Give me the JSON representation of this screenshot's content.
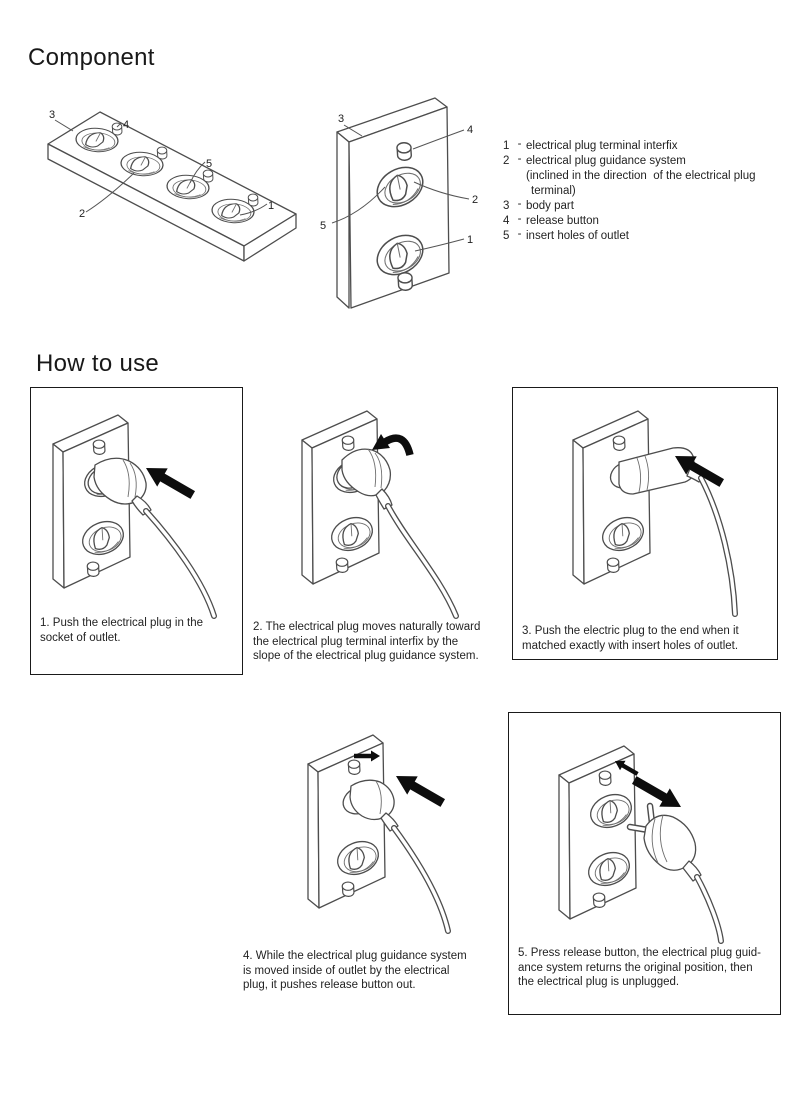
{
  "component": {
    "title": "Component",
    "legend": {
      "items": [
        {
          "num": "1",
          "sep": "-",
          "text": "electrical plug terminal interfix"
        },
        {
          "num": "2",
          "sep": "-",
          "text": "electrical plug guidance system"
        },
        {
          "num": "",
          "sep": "",
          "text": "(inclined in the direction  of the electrical plug"
        },
        {
          "num": "",
          "sep": "",
          "text": "terminal)"
        },
        {
          "num": "3",
          "sep": "-",
          "text": "body part"
        },
        {
          "num": "4",
          "sep": "-",
          "text": "release button"
        },
        {
          "num": "5",
          "sep": "-",
          "text": "insert holes of outlet"
        }
      ]
    },
    "figure_strip": {
      "labels": {
        "n1": "1",
        "n2": "2",
        "n3": "3",
        "n4": "4",
        "n5": "5"
      }
    },
    "figure_outlet": {
      "labels": {
        "n1": "1",
        "n2": "2",
        "n3": "3",
        "n4": "4",
        "n5": "5"
      }
    }
  },
  "how_to_use": {
    "title": "How to use",
    "steps": [
      {
        "lines": [
          "1. Push the electrical plug in the",
          "socket of outlet."
        ]
      },
      {
        "lines": [
          "2. The electrical plug moves naturally toward",
          "the electrical plug terminal interfix by the",
          "slope of the electrical plug guidance system."
        ]
      },
      {
        "lines": [
          "3. Push the electric plug to the end when it",
          "matched exactly with insert holes of outlet."
        ]
      },
      {
        "lines": [
          "4. While the electrical plug guidance system",
          "is moved inside of outlet by the electrical",
          "plug, it pushes release button out."
        ]
      },
      {
        "lines": [
          "5. Press release button, the electrical plug guid-",
          "ance system returns the original position, then",
          "the electrical plug is unplugged."
        ]
      }
    ]
  },
  "colors": {
    "ink": "#0d0d0d",
    "line_art": "#4d4d4d",
    "text": "#232323",
    "background": "#ffffff"
  }
}
